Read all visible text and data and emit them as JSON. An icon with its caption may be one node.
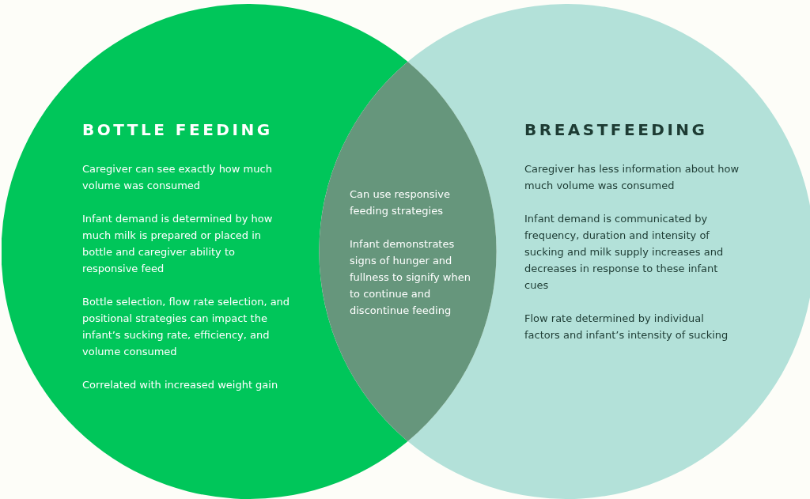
{
  "diagram": {
    "nodes": [
      {
        "text": [
          "BOTTLE FEEDING",
          "Caregiver can see exactly how much volume was consumed",
          "Infant demand is determined by how much milk is prepared or placed in bottle and caregiver ability to responsive feed",
          "Bottle selection, flow rate selection, and positional strategies can impact the infant’s sucking rate, efficiency, and volume consumed",
          "Correlated with increased weight gain"
        ]
      },
      {
        "text": [
          "Can use responsive feeding strategies",
          "Infant demonstrates signs of hunger and fullness to signify when to continue and discontinue feeding"
        ]
      },
      {
        "text": [
          "BREASTFEEDING",
          "Caregiver has less information about how much volume was consumed",
          "Infant demand is communicated by frequency, duration and intensity of sucking and milk supply increases and decreases in response to these infant cues",
          "Flow rate determined by individual factors and infant’s intensity of sucking"
        ]
      }
    ]
  }
}
